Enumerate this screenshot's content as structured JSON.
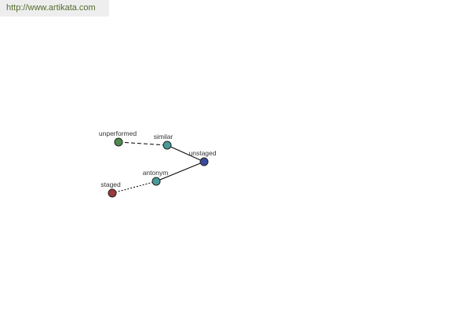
{
  "site_link": {
    "text": "http://www.artikata.com"
  },
  "graph": {
    "nodes": [
      {
        "id": "unperformed",
        "label": "unperformed",
        "color": "#4e8a4e"
      },
      {
        "id": "similar",
        "label": "similar",
        "color": "#4a9a9a"
      },
      {
        "id": "unstaged",
        "label": "unstaged",
        "color": "#3a4a9a"
      },
      {
        "id": "antonym",
        "label": "antonym",
        "color": "#4a9a9a"
      },
      {
        "id": "staged",
        "label": "staged",
        "color": "#9a3a3a"
      }
    ],
    "edges": [
      {
        "from": "unperformed",
        "to": "similar",
        "style": "dashed"
      },
      {
        "from": "similar",
        "to": "unstaged",
        "style": "solid"
      },
      {
        "from": "unstaged",
        "to": "antonym",
        "style": "solid"
      },
      {
        "from": "antonym",
        "to": "staged",
        "style": "dotted"
      }
    ]
  }
}
